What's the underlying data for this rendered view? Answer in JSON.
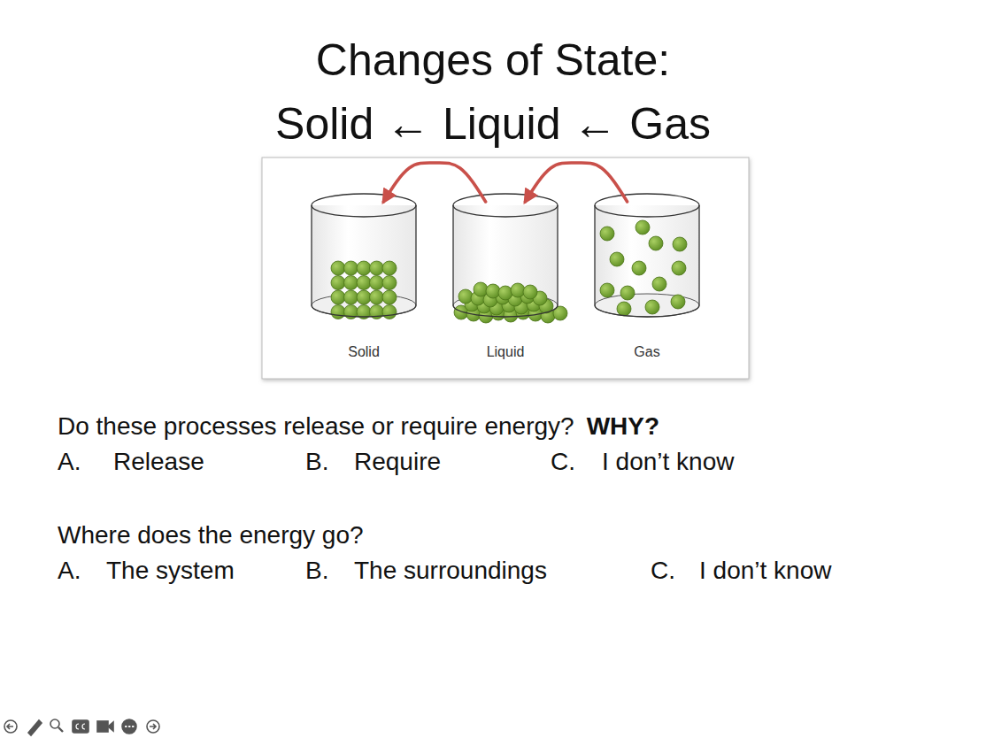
{
  "diagram": {
    "title": "Changes of State:",
    "nodes": [
      {
        "text": [
          "Solid"
        ]
      },
      {
        "text": [
          "Liquid"
        ]
      },
      {
        "text": [
          "Gas"
        ]
      }
    ],
    "edges": [
      {
        "from": 1,
        "to": 0,
        "arrow": "to"
      },
      {
        "from": 2,
        "to": 1,
        "arrow": "to"
      }
    ],
    "labels": [
      "Solid ← Liquid ← Gas",
      "Do these processes release or require energy?",
      "WHY?",
      "A.",
      "Release",
      "B.",
      "Require",
      "C.",
      "I don’t know",
      "Where does the energy go?",
      "A.",
      "The system",
      "B.",
      "The surroundings",
      "C.",
      "I don’t know"
    ]
  }
}
